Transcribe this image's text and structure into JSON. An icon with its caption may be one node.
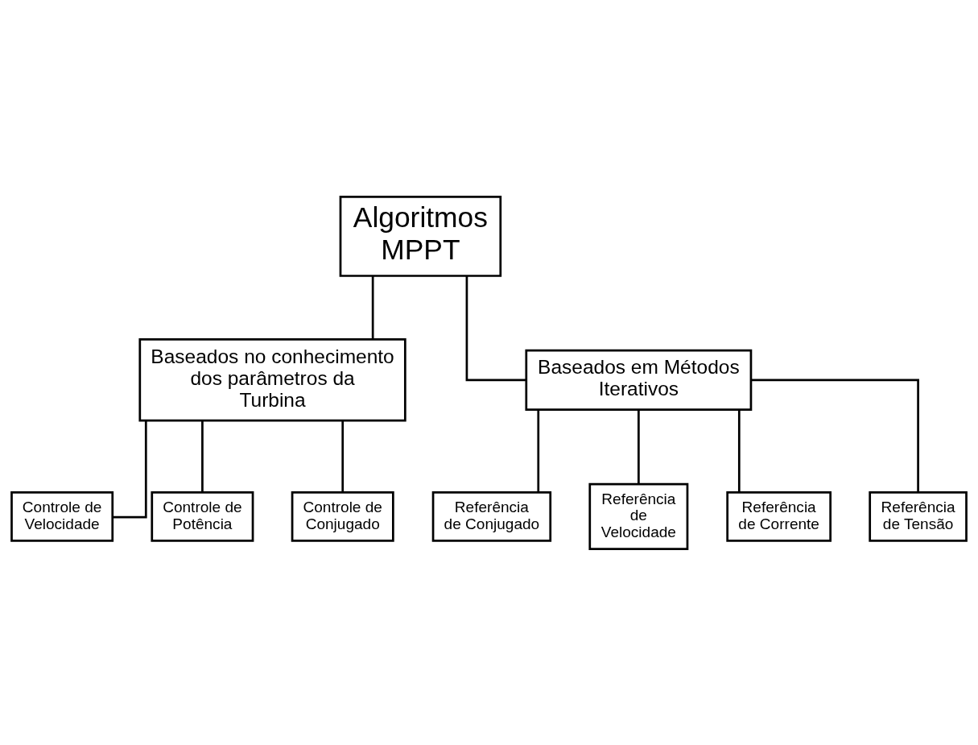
{
  "diagram": {
    "nodes": [
      {
        "text": [
          "Algoritmos MPPT"
        ]
      },
      {
        "text": [
          "Baseados no conhecimento dos parâmetros da Turbina"
        ]
      },
      {
        "text": [
          "Baseados em Métodos Iterativos"
        ]
      },
      {
        "text": [
          "Controle de Velocidade"
        ]
      },
      {
        "text": [
          "Controle de Potência"
        ]
      },
      {
        "text": [
          "Controle de Conjugado"
        ]
      },
      {
        "text": [
          "Referência de Conjugado"
        ]
      },
      {
        "text": [
          "Referência de Velocidade"
        ]
      },
      {
        "text": [
          "Referência de Corrente"
        ]
      },
      {
        "text": [
          "Referência de Tensão"
        ]
      }
    ],
    "edges": [
      {
        "from": 0,
        "to": 1,
        "arrow": "none"
      },
      {
        "from": 0,
        "to": 2,
        "arrow": "none"
      },
      {
        "from": 1,
        "to": 3,
        "arrow": "none"
      },
      {
        "from": 1,
        "to": 4,
        "arrow": "none"
      },
      {
        "from": 1,
        "to": 5,
        "arrow": "none"
      },
      {
        "from": 2,
        "to": 6,
        "arrow": "none"
      },
      {
        "from": 2,
        "to": 7,
        "arrow": "none"
      },
      {
        "from": 2,
        "to": 8,
        "arrow": "none"
      },
      {
        "from": 2,
        "to": 9,
        "arrow": "none"
      }
    ]
  }
}
